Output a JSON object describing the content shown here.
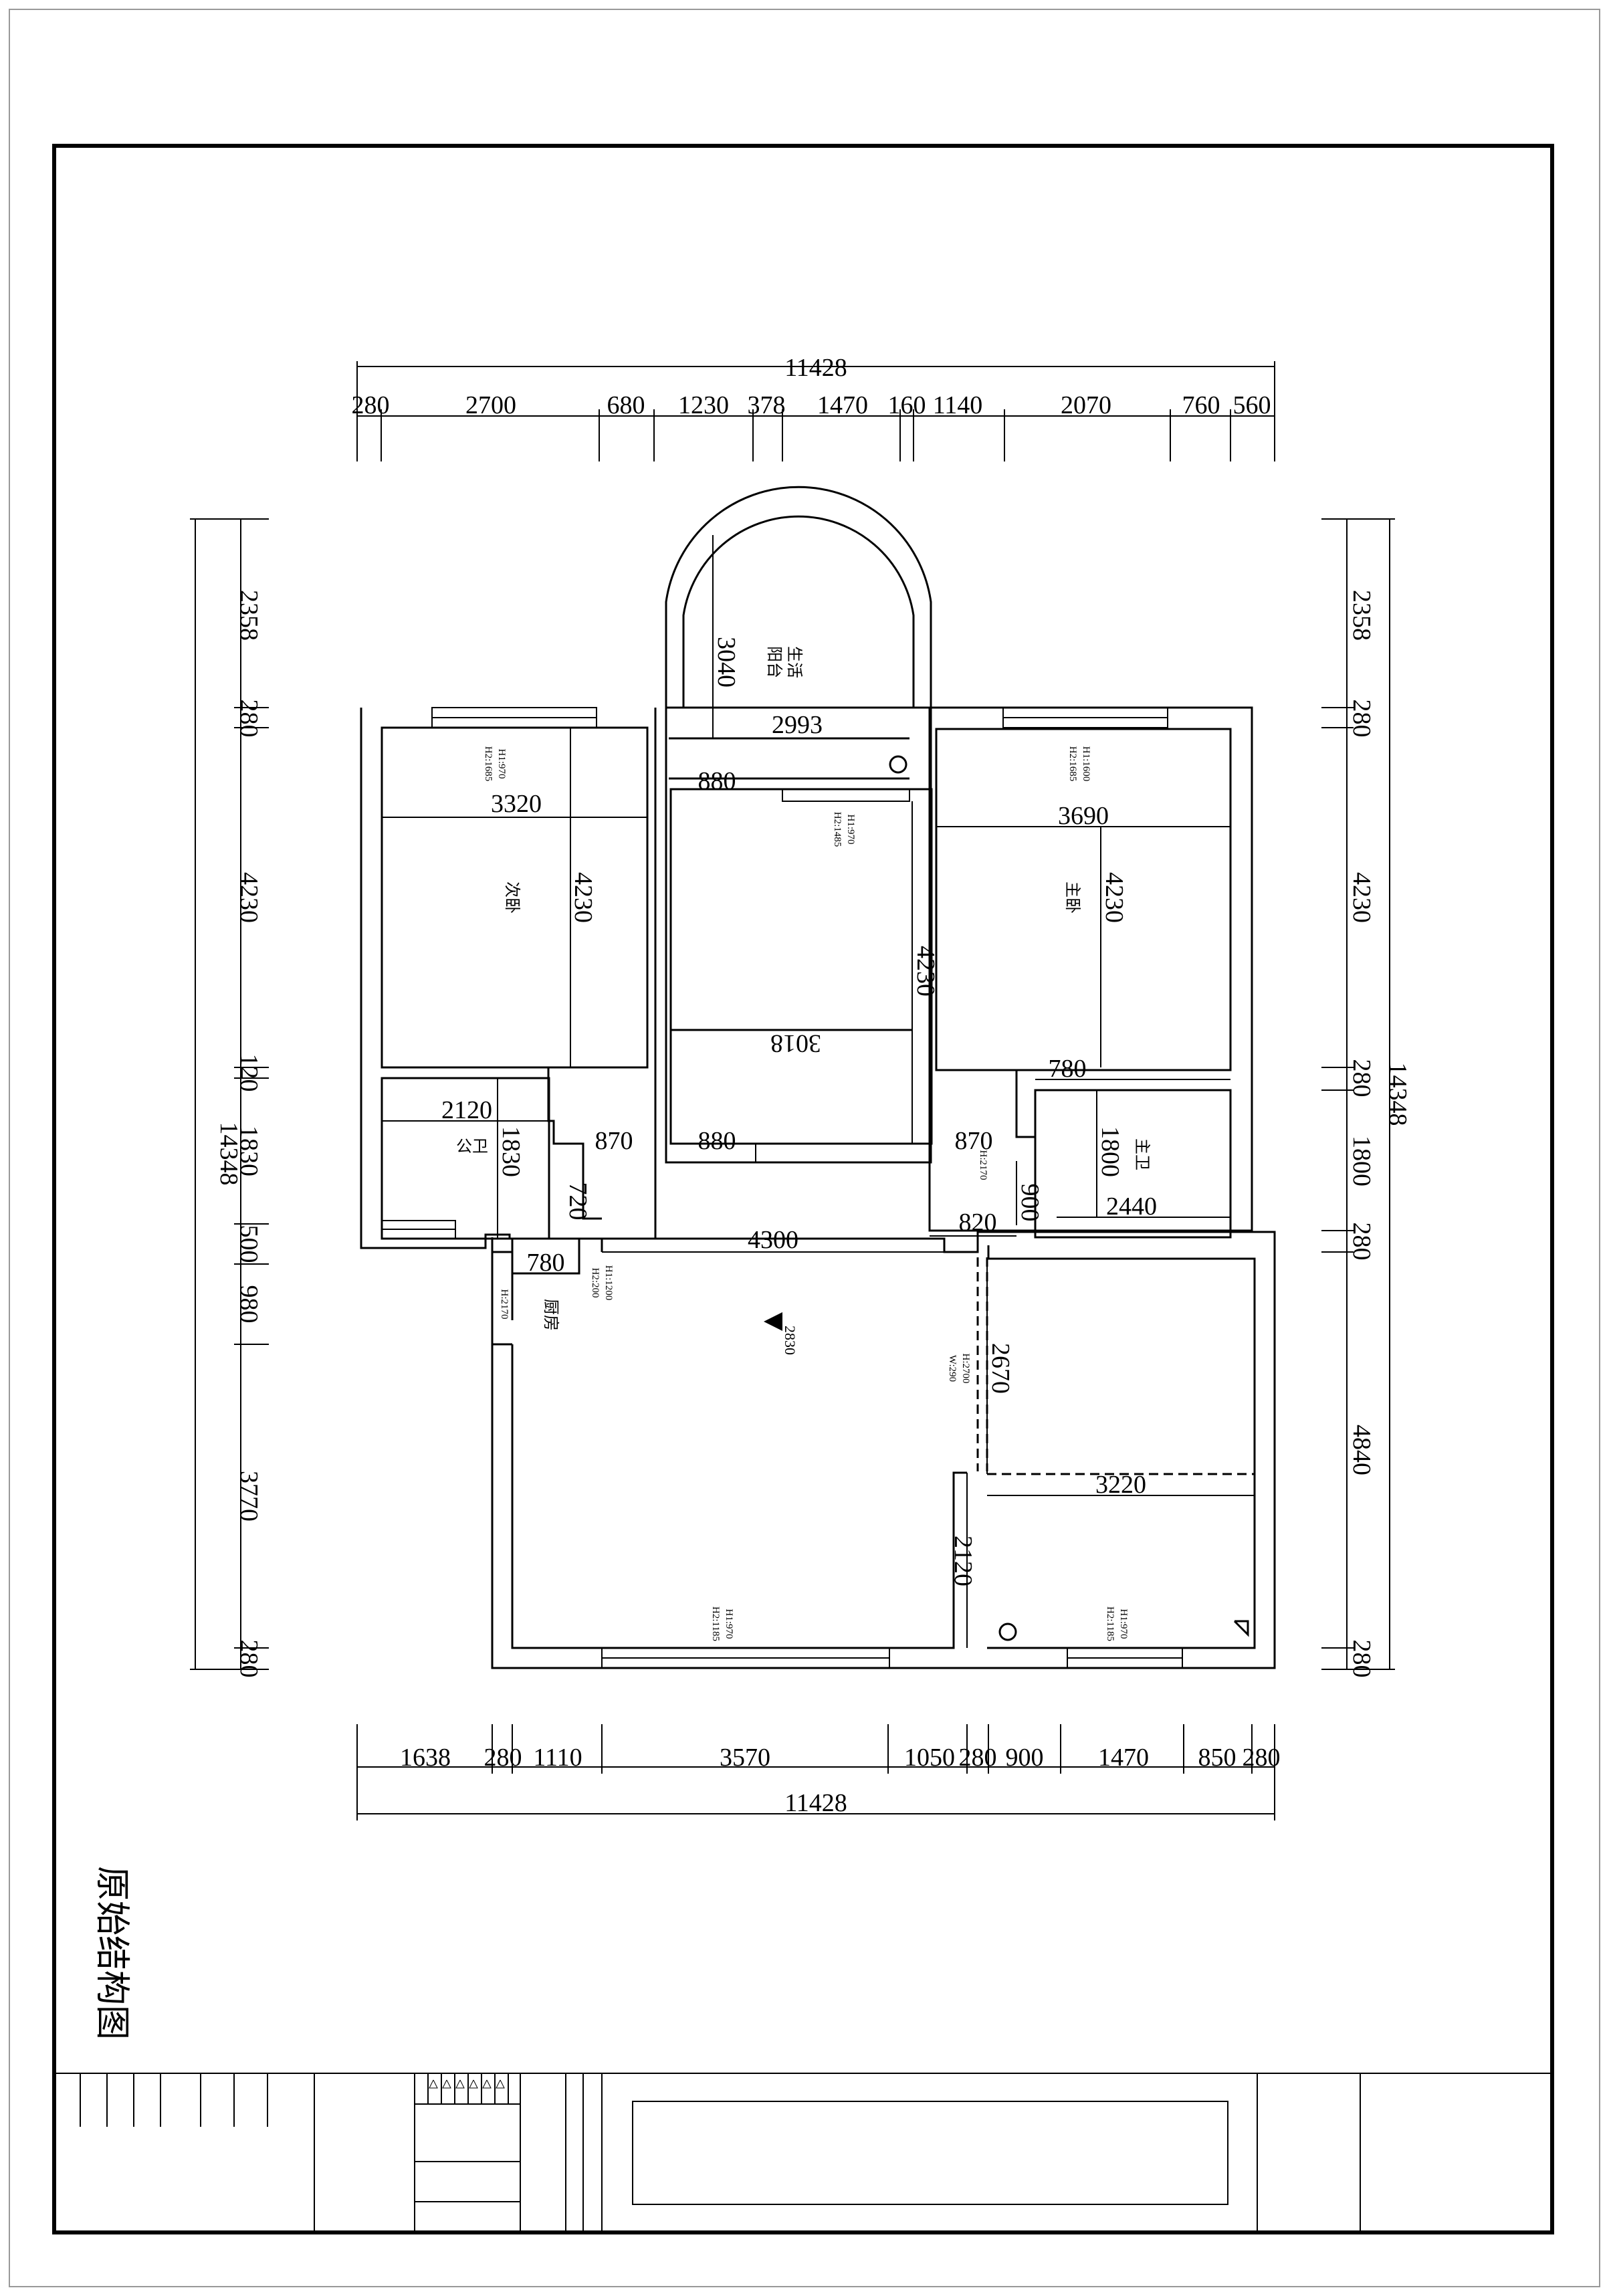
{
  "drawing_title": "原始结构图",
  "rooms": {
    "balcony": [
      "生活",
      "阳台"
    ],
    "second_bedroom": "次卧",
    "master_bedroom": "主卧",
    "public_bathroom": "公卫",
    "master_bathroom": "主卫",
    "kitchen": "厨房"
  },
  "dimensions": {
    "top_total": "11428",
    "top_segments": [
      "280",
      "2700",
      "680",
      "1230",
      "378",
      "1470",
      "160",
      "1140",
      "2070",
      "760",
      "560"
    ],
    "bottom_total": "11428",
    "bottom_segments": [
      "1638",
      "280",
      "1110",
      "3570",
      "1050",
      "280",
      "900",
      "1470",
      "850",
      "280"
    ],
    "left_total": "14348",
    "left_segments": [
      "2358",
      "280",
      "4230",
      "120",
      "1830",
      "500",
      "980",
      "3770",
      "280"
    ],
    "right_total": "14348",
    "right_segments": [
      "2358",
      "280",
      "4230",
      "280",
      "1800",
      "280",
      "4840",
      "280"
    ],
    "interior": {
      "balcony_height": "3040",
      "balcony_width": "2993",
      "corridor_880_top": "880",
      "second_bedroom_width": "3320",
      "second_bedroom_height": "4230",
      "middle_height": "4230",
      "middle_width": "3018",
      "master_width": "3690",
      "master_height": "4230",
      "master_bath_offset": "780",
      "master_bath_height": "1800",
      "master_bath_width": "2440",
      "public_bath_width": "2120",
      "public_bath_height": "1830",
      "door_870_left": "870",
      "door_880_mid": "880",
      "door_870_right": "870",
      "step_720": "720",
      "step_900": "900",
      "step_820": "820",
      "living_width": "4300",
      "kitchen_width": "780",
      "ceiling_height": "2830",
      "right_room_height": "2670",
      "right_room_width": "3220",
      "lower_height": "2120"
    }
  },
  "window_notes": {
    "sb": [
      "H1:970",
      "H2:1685"
    ],
    "mid": [
      "H1:970",
      "H2:1485"
    ],
    "mb": [
      "H1:1600",
      "H2:1685"
    ],
    "kitchen_a": [
      "H1:1200",
      "H2:200"
    ],
    "kitchen_b": "H:2170",
    "beam": [
      "H:2700",
      "W:290"
    ],
    "door_right": "H:2170",
    "living": [
      "H1:970",
      "H2:1185"
    ],
    "lower_right": [
      "H1:970",
      "H2:1185"
    ]
  }
}
